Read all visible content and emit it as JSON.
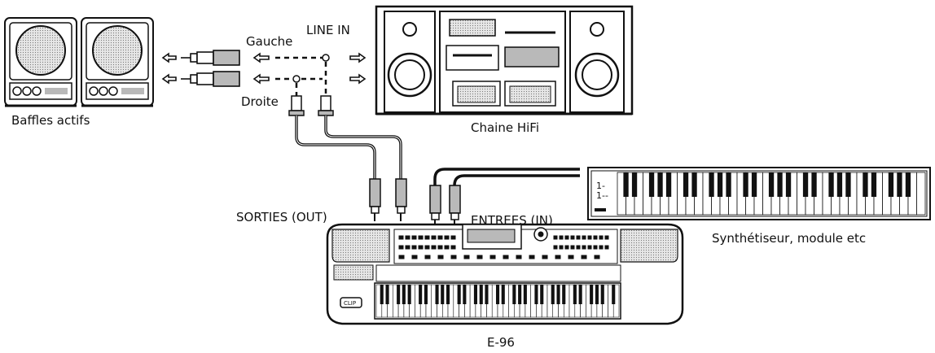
{
  "labels": {
    "speakers": "Baffles actifs",
    "hifi": "Chaine HiFi",
    "left": "Gauche",
    "right": "Droite",
    "line_in": "LINE IN",
    "outputs": "SORTIES (OUT)",
    "inputs": "ENTREES (IN)",
    "synth": "Synthétiseur, module etc",
    "keyboard": "E-96"
  },
  "icons": {
    "speakers": "active-speakers-icon",
    "hifi": "hifi-system-icon",
    "synth": "synthesizer-icon",
    "keyboard": "e96-keyboard-icon"
  }
}
